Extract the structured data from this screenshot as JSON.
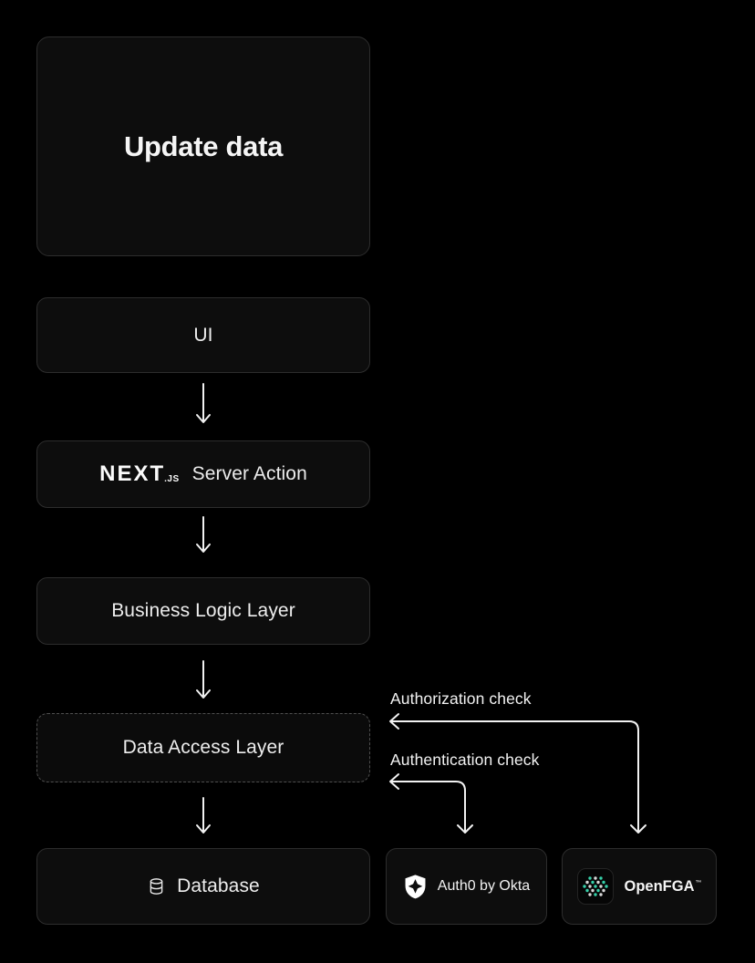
{
  "colors": {
    "background": "#000000",
    "box_background": "#0d0d0d",
    "box_border": "#2d2d2d",
    "dashed_border": "#4f4f4f",
    "text": "#ededed",
    "arrow": "#f2f2f2",
    "openfga_teal": "#36cfa8",
    "auth0_shield": "#ffffff"
  },
  "boxes": {
    "update_data": {
      "label": "Update data"
    },
    "ui": {
      "label": "UI"
    },
    "server_action": {
      "brand": "NEXT",
      "brand_suffix": ".js",
      "label": "Server Action"
    },
    "business_logic": {
      "label": "Business Logic Layer"
    },
    "data_access": {
      "label": "Data Access Layer"
    },
    "database": {
      "label": "Database",
      "icon": "database-icon"
    },
    "auth0": {
      "label": "Auth0 by Okta",
      "icon": "auth0-shield-icon"
    },
    "openfga": {
      "label": "OpenFGA",
      "trademark": "™",
      "icon": "openfga-mark-icon"
    }
  },
  "annotations": {
    "authorization": {
      "label": "Authorization check"
    },
    "authentication": {
      "label": "Authentication check"
    }
  }
}
